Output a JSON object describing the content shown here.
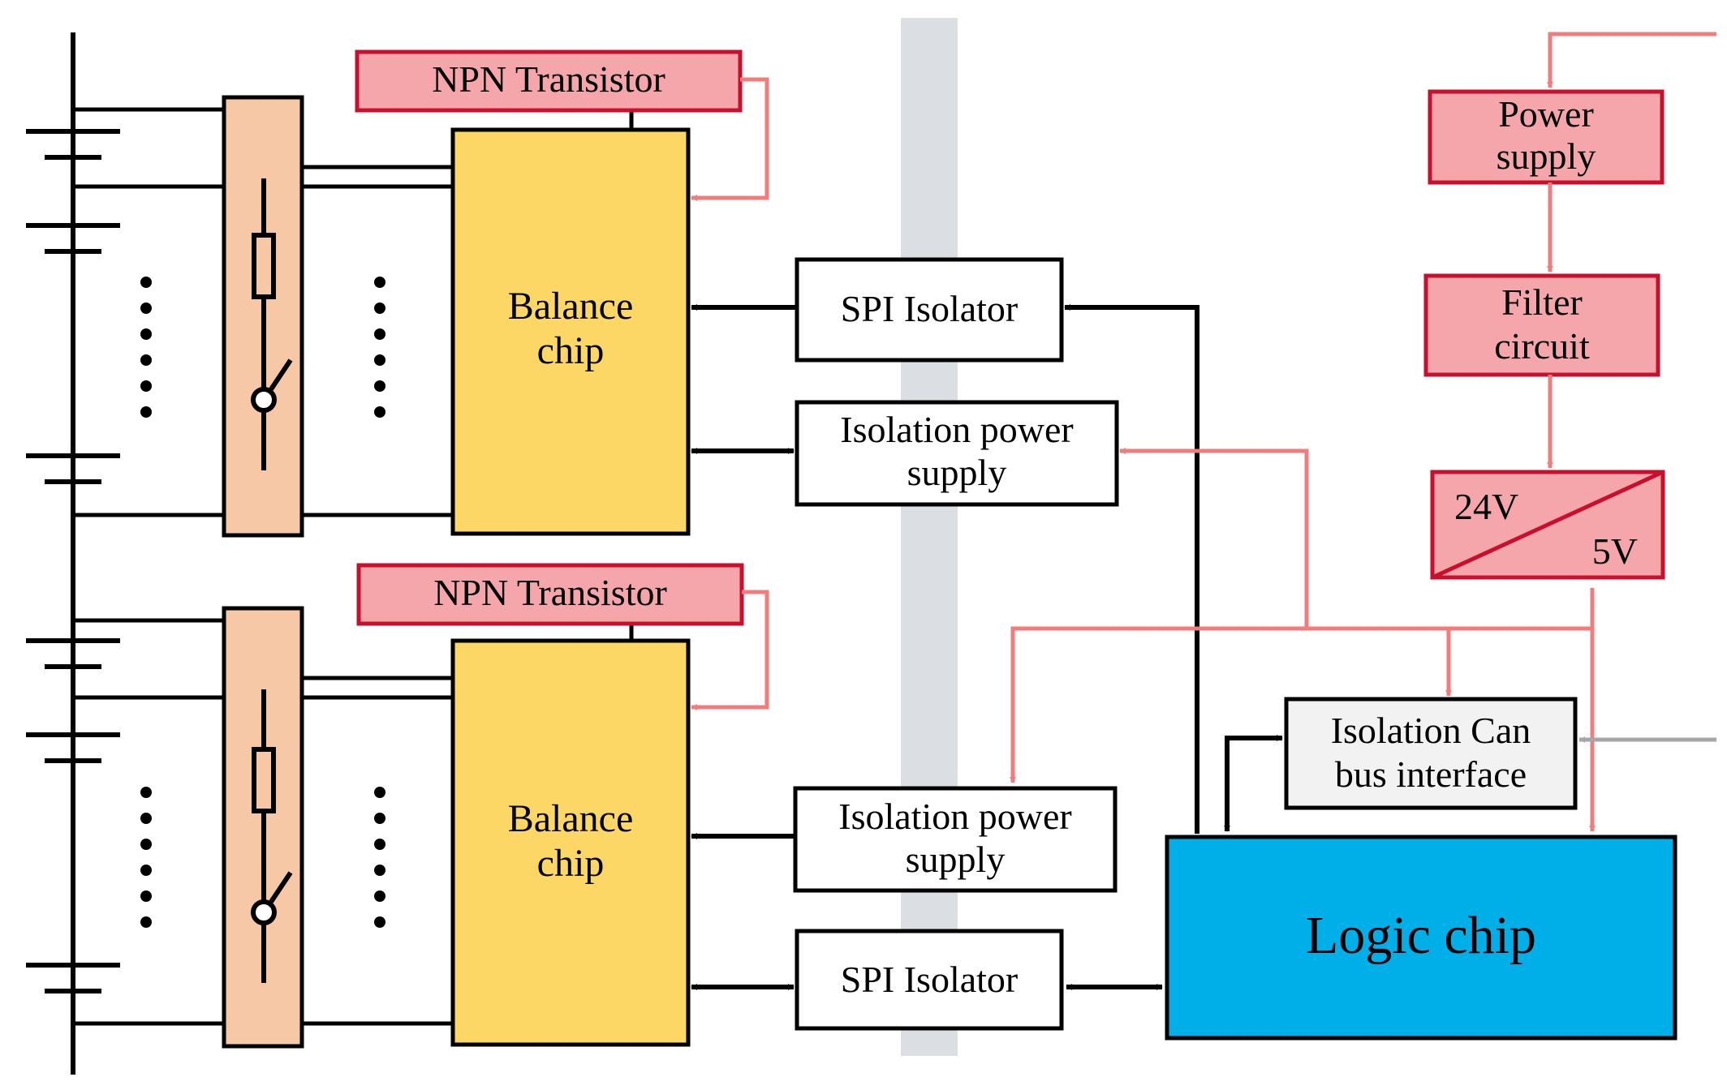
{
  "colors": {
    "red_line": "#f07c7c",
    "red_fill": "#f4a6aa",
    "red_border": "#c8102e",
    "balance_fill": "#fcd766",
    "resistor_bank_fill": "#f6c8a6",
    "logic_fill": "#00aee8",
    "isolation_can_fill": "#f2f2f2",
    "isolation_band": "#d5d9de",
    "gray_line": "#a6a6a6",
    "black": "#000000"
  },
  "upper_module": {
    "npn": "NPN Transistor",
    "balance": [
      "Balance",
      "chip"
    ],
    "spi": "SPI Isolator",
    "iso_power": [
      "Isolation power",
      "supply"
    ]
  },
  "lower_module": {
    "npn": "NPN Transistor",
    "balance": [
      "Balance",
      "chip"
    ],
    "iso_power": [
      "Isolation power",
      "supply"
    ],
    "spi": "SPI Isolator"
  },
  "power_chain": {
    "power_supply": [
      "Power",
      "supply"
    ],
    "filter": [
      "Filter",
      "circuit"
    ],
    "converter_in": "24V",
    "converter_out": "5V"
  },
  "isolation_can": [
    "Isolation Can",
    "bus interface"
  ],
  "logic_chip": "Logic chip"
}
